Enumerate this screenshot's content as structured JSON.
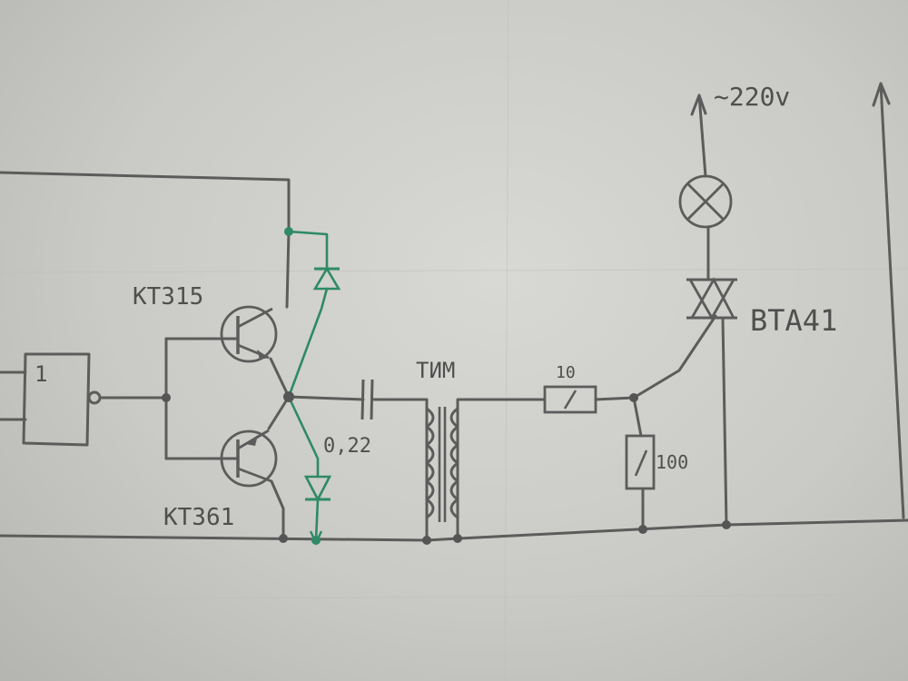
{
  "labels": {
    "kt315": "КТ315",
    "kt361": "КТ361",
    "bta41": "BTA41",
    "supply": "~220v",
    "gate": "1",
    "cap": "0,22",
    "transformer": "ТИМ",
    "r_series": "10",
    "r_shunt": "100"
  },
  "colors": {
    "pencil": "#5c5c5c",
    "green_ink": "#2f8a66",
    "paper": "#d4d4d0"
  }
}
